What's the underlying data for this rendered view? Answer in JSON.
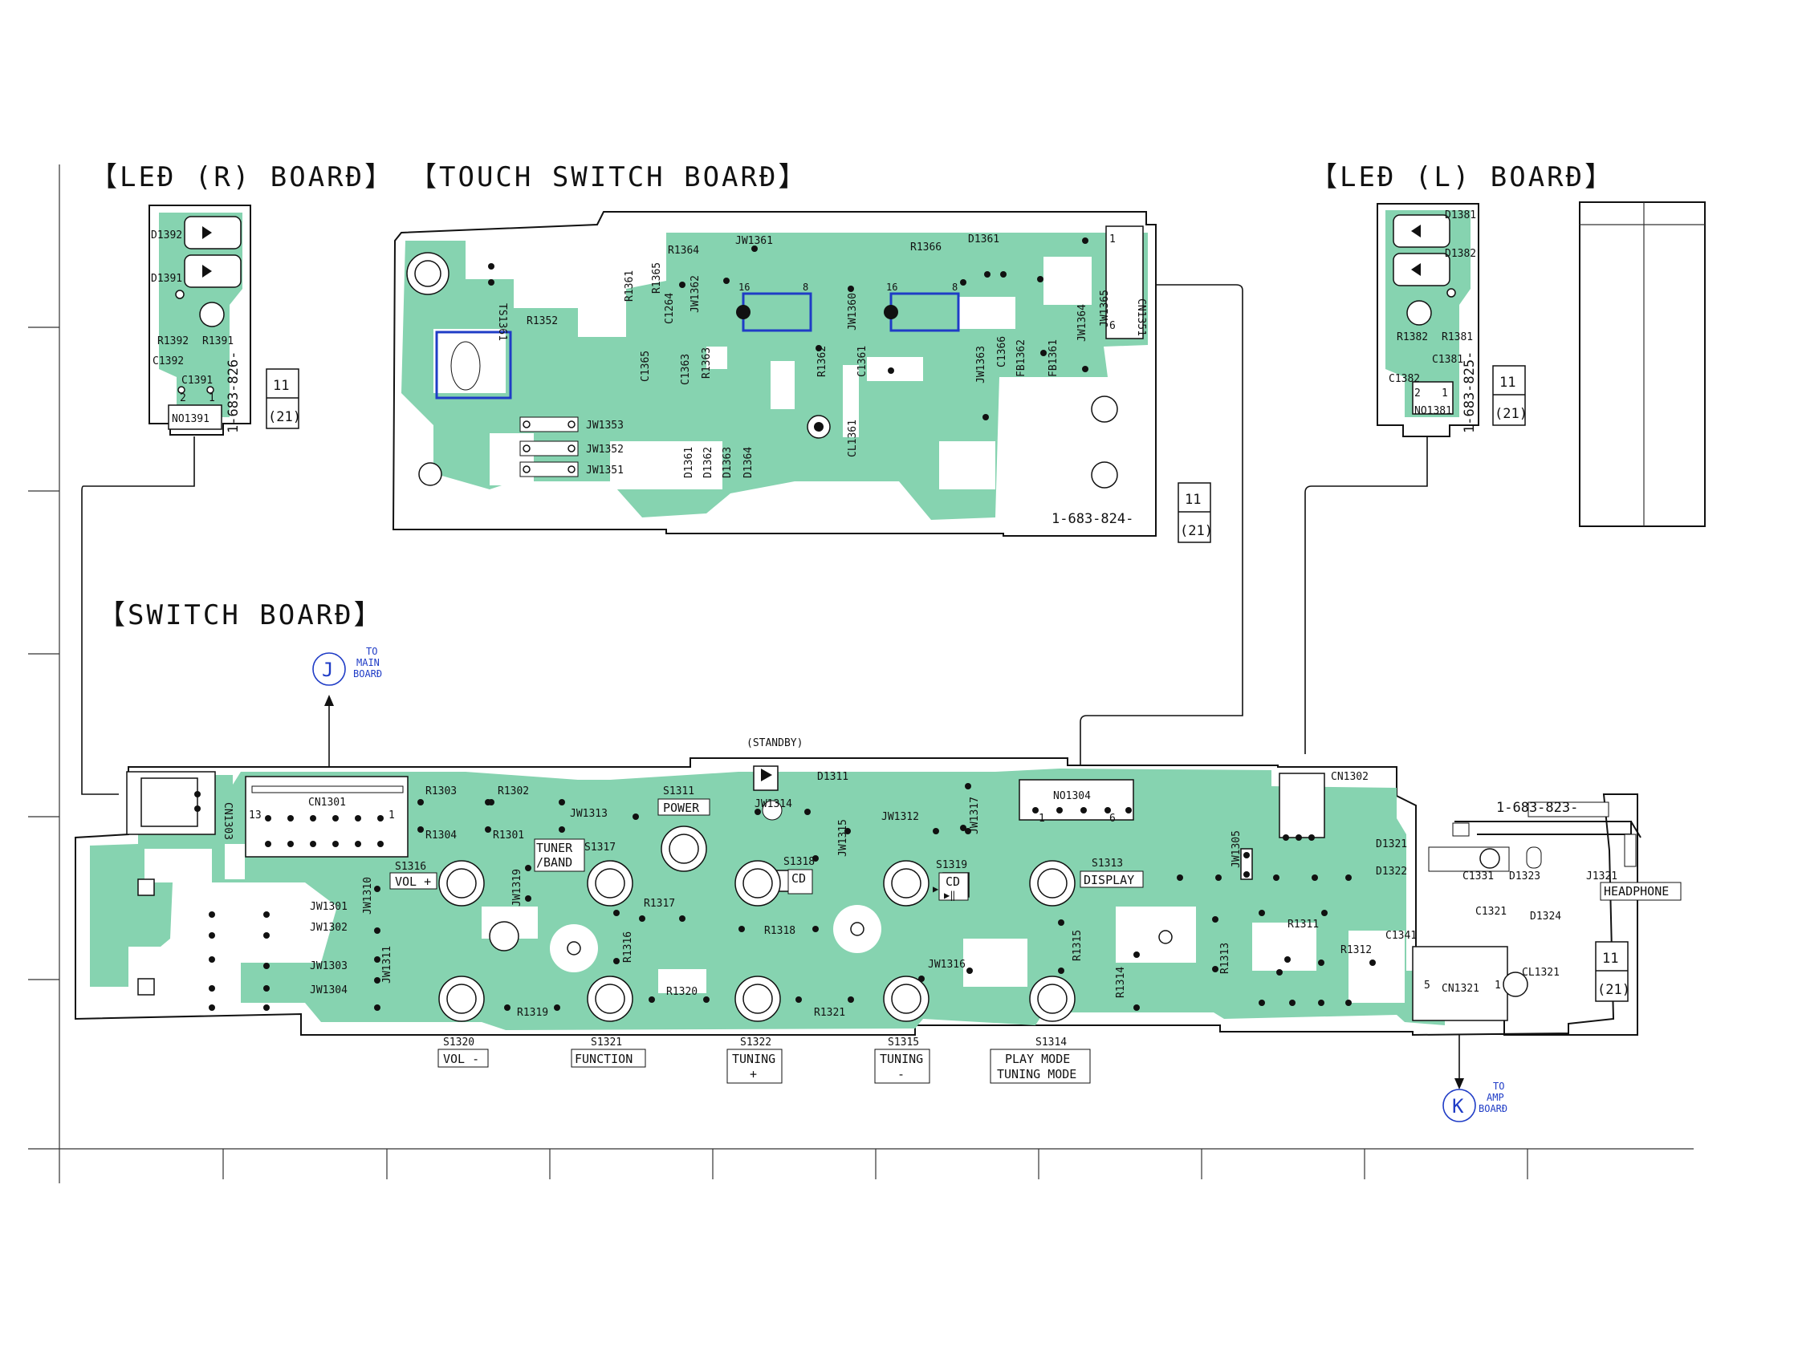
{
  "boards": {
    "led_r": {
      "title": "【LEÐ (R)  BOARÐ】",
      "part_no": "1-683-826-"
    },
    "touch": {
      "title": "【TOUCH SWITCH BOARÐ】",
      "part_no": "1-683-824-"
    },
    "led_l": {
      "title": "【LEÐ (L)  BOARÐ】",
      "part_no": "1-683-825-"
    },
    "switch": {
      "title": "【SWITCH BOARÐ】",
      "part_no": "1-683-823-"
    }
  },
  "page_refs": {
    "page": "11",
    "sub": "(21)"
  },
  "connections": {
    "main": {
      "letter": "J",
      "text": [
        "TO",
        "MAIN",
        "BOARÐ"
      ]
    },
    "amp": {
      "letter": "K",
      "text": [
        "TO",
        "AMP",
        "BOARÐ"
      ]
    }
  },
  "led_r_parts": [
    "D1392",
    "D1391",
    "R1392",
    "R1391",
    "C1392",
    "C1391",
    "NO1391"
  ],
  "led_l_parts": [
    "D1381",
    "D1382",
    "R1382",
    "R1381",
    "C1381",
    "C1382",
    "NO1381"
  ],
  "touch_parts": [
    "TS1361",
    "R1364",
    "JW1361",
    "R1361",
    "R1365",
    "JW1362",
    "C1264",
    "JW1360",
    "R1366",
    "D1361",
    "CN1351",
    "R1352",
    "C1365",
    "C1363",
    "R1363",
    "R1362",
    "C1361",
    "C1366",
    "FB1362",
    "FB1361",
    "JW1363",
    "JW1364",
    "JW1365",
    "JW1353",
    "JW1352",
    "JW1351",
    "D1361",
    "D1362",
    "D1363",
    "D1364",
    "CL1361"
  ],
  "ic_pins": {
    "left": "16",
    "right": "8"
  },
  "switch_parts": [
    "CN1303",
    "CN1301",
    "R1303",
    "R1302",
    "R1304",
    "R1301",
    "JW1313",
    "JW1314",
    "D1311",
    "JW1315",
    "JW1312",
    "JW1317",
    "NO1304",
    "CN1302",
    "JW1305",
    "D1321",
    "D1322",
    "C1331",
    "D1323",
    "C1321",
    "D1324",
    "C1341",
    "CN1321",
    "CL1321",
    "J1321",
    "JW1310",
    "JW1319",
    "R1317",
    "R1316",
    "R1318",
    "R1315",
    "R1314",
    "R1313",
    "R1311",
    "R1312",
    "JW1316",
    "JW1301",
    "JW1302",
    "JW1303",
    "JW1304",
    "JW1311",
    "R1319",
    "R1320",
    "R1321"
  ],
  "switches": [
    {
      "ref": "S1316",
      "label": "VOL +"
    },
    {
      "ref": "S1317",
      "label": "TUNER /BAND"
    },
    {
      "ref": "S1311",
      "label": "POWER"
    },
    {
      "ref": "S1318",
      "label": "CD ■"
    },
    {
      "ref": "S1319",
      "label": "CD ▶‖"
    },
    {
      "ref": "S1313",
      "label": "DISPLAY"
    },
    {
      "ref": "S1320",
      "label": "VOL -"
    },
    {
      "ref": "S1321",
      "label": "FUNCTION"
    },
    {
      "ref": "S1322",
      "label": "TUNING +"
    },
    {
      "ref": "S1315",
      "label": "TUNING -"
    },
    {
      "ref": "S1314",
      "label": "PLAY MODE TUNING MODE"
    }
  ],
  "misc": {
    "standby": "(STANDBY)",
    "headphone": "HEADPHONE",
    "cn1301_pins": [
      "13",
      "1"
    ],
    "cn1321_pins": [
      "5",
      "1"
    ],
    "no1304_pins": [
      "1",
      "6"
    ],
    "cn1351_pins": [
      "1",
      "6"
    ],
    "no1391_pins": [
      "2",
      "1"
    ]
  }
}
